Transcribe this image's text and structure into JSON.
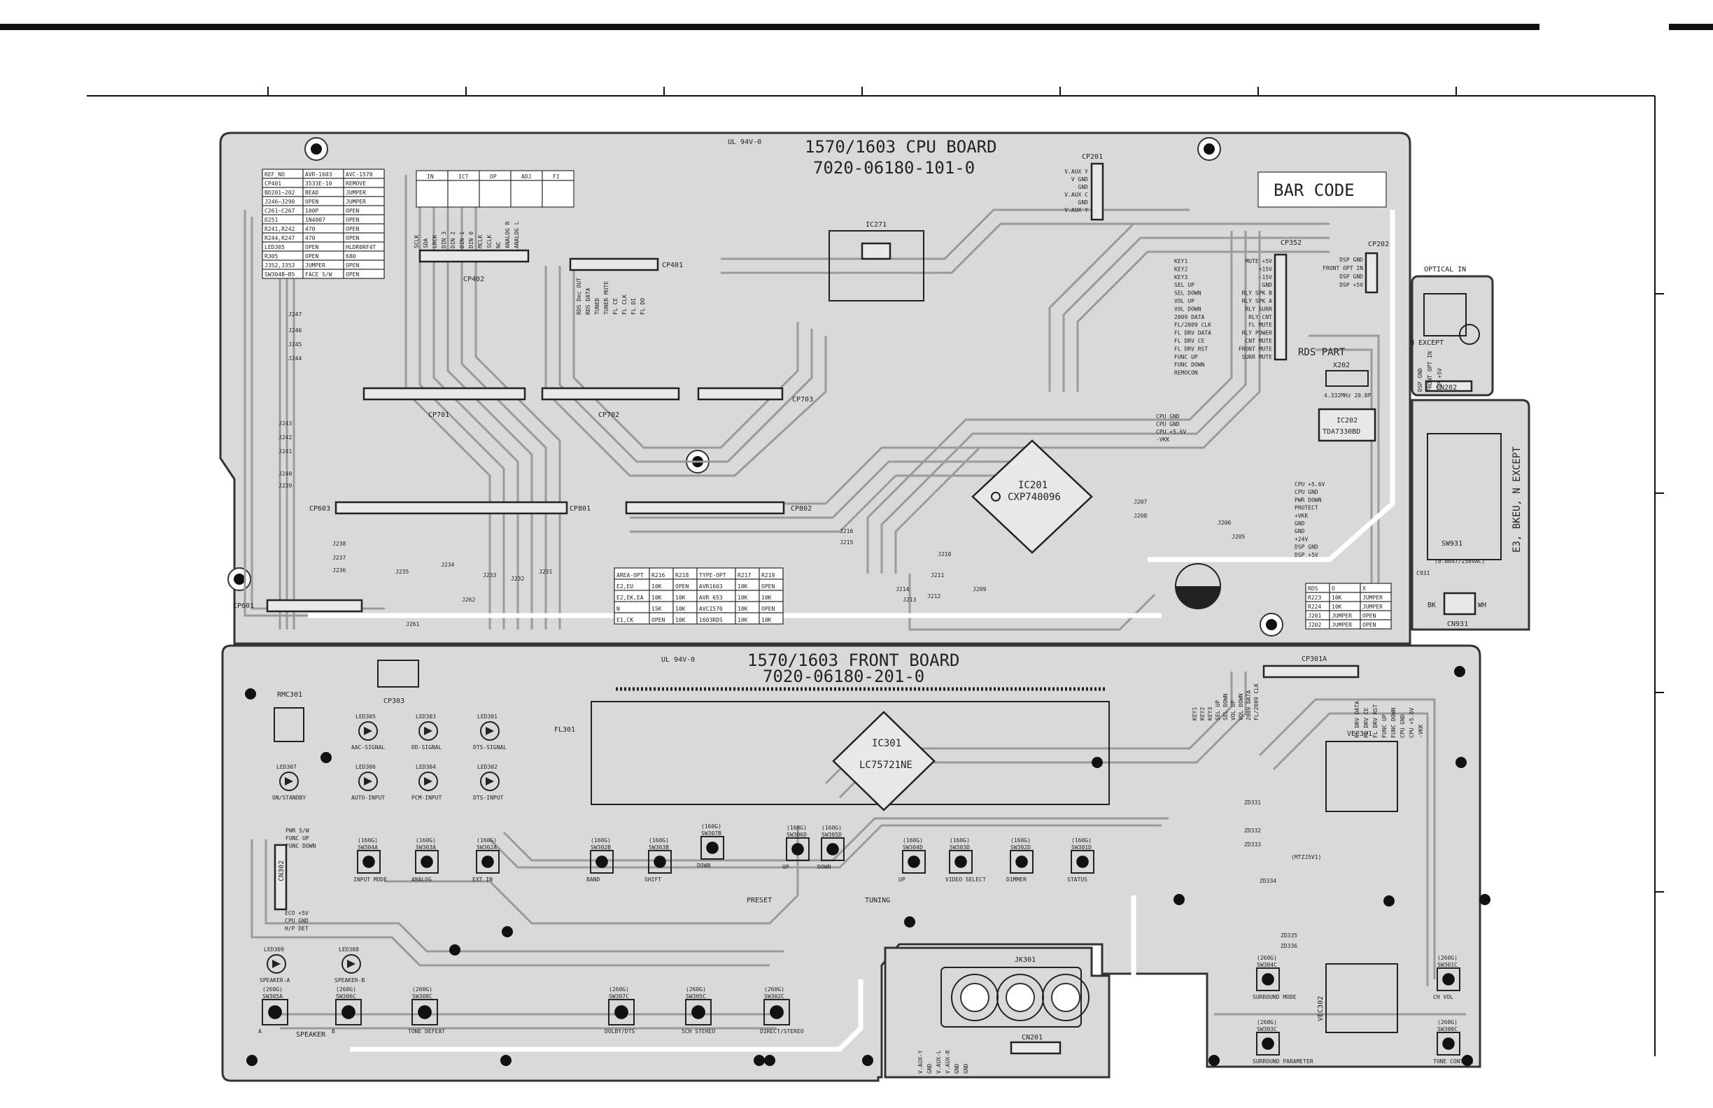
{
  "cpu_board": {
    "title": "1570/1603 CPU BOARD",
    "part_no": "7020-06180-101-0",
    "bar_code": "BAR CODE",
    "ul_mark": "UL 94V-0",
    "ic_main": "IC201",
    "ic_main_part": "CXP740096",
    "ic271": "IC271",
    "ic202": "IC202",
    "ic202_part": "TDA7330BD",
    "x202": "X202",
    "x202_part": "4.332MHz 20.8P",
    "rds_part": "RDS PART",
    "connectors": [
      "CP201",
      "CP202",
      "CP352",
      "CP401",
      "CP402",
      "CP701",
      "CP702",
      "CP703",
      "CP601",
      "CP603",
      "CP802",
      "CP801"
    ],
    "ref_table": {
      "headers": [
        "REF_NO",
        "AVR-1603",
        "AVC-1570"
      ],
      "rows": [
        [
          "CP401",
          "3533E-10",
          "REMOVE"
        ],
        [
          "BD201~202",
          "BEAD",
          "JUMPER"
        ],
        [
          "J246~J290",
          "OPEN",
          "JUMPER"
        ],
        [
          "C261~C267",
          "100P",
          "OPEN"
        ],
        [
          "D251",
          "1N4007",
          "OPEN"
        ],
        [
          "R241,R242",
          "470",
          "OPEN"
        ],
        [
          "R244,R247",
          "470",
          "OPEN"
        ],
        [
          "LED305",
          "OPEN",
          "HLDR0RF4T"
        ],
        [
          "R305",
          "OPEN",
          "680"
        ],
        [
          "J352,J353",
          "JUMPER",
          "OPEN"
        ],
        [
          "SW304B~B5",
          "FACE S/W",
          "OPEN"
        ]
      ]
    },
    "check_table": {
      "headers": [
        "IN",
        "ICT",
        "OP",
        "ADJ",
        "FI"
      ]
    },
    "opt_table": {
      "headers": [
        "AREA-OPT",
        "R216",
        "R218",
        "TYPE-OPT",
        "R217",
        "R219"
      ],
      "rows": [
        [
          "E2,EU",
          "10K",
          "OPEN",
          "AVR1603",
          "10K",
          "OPEN"
        ],
        [
          "E2,EK,EA",
          "10K",
          "10K",
          "AVR 653",
          "10K",
          "10K"
        ],
        [
          "N",
          "15K",
          "10K",
          "AVC1570",
          "10K",
          "OPEN"
        ],
        [
          "E1,CK",
          "OPEN",
          "10K",
          "1603RDS",
          "10K",
          "10K"
        ]
      ]
    },
    "rds_table": {
      "headers": [
        "RDS",
        "O",
        "X"
      ],
      "rows": [
        [
          "R223",
          "10K",
          "JUMPER"
        ],
        [
          "R224",
          "10K",
          "JUMPER"
        ],
        [
          "J201",
          "JUMPER",
          "OPEN"
        ],
        [
          "J202",
          "JUMPER",
          "OPEN"
        ]
      ]
    },
    "cp402_pins": [
      "SCLK",
      "SDA",
      "LRCK",
      "DIN 3",
      "DIN 2",
      "DIN 1",
      "DIN 0",
      "MCLK",
      "SCLK",
      "NC",
      "ANALOG R",
      "ANALOG L"
    ],
    "cp401_pins": [
      "RDS Dec OUT",
      "RDS DATA",
      "TUNED",
      "TUNER MUTE",
      "FL CE",
      "FL CLK",
      "FL DI",
      "FL DO"
    ],
    "cp352_pins": [
      "MUTE +5V",
      "+15V",
      "-15V",
      "GND",
      "RLY SPK B",
      "RLY SPK A",
      "RLY SURR",
      "RLY CNT",
      "FL MUTE",
      "RLY POWER",
      "CNT MUTE",
      "FRONT MUTE",
      "SURR MUTE"
    ],
    "cp202_pins": [
      "DSP GND",
      "FRONT OPT IN",
      "DSP GND",
      "DSP +5V"
    ],
    "key_pins": [
      "KEY1",
      "KEY2",
      "KEY3",
      "SEL UP",
      "SEL DOWN",
      "VOL UP",
      "VOL DOWN",
      "2009 DATA",
      "FL/2009 CLK",
      "FL DRV DATA",
      "FL DRV CE",
      "FL DRV RST",
      "FUNC UP",
      "FUNC DOWN",
      "REMOCON"
    ],
    "cpu_pins": [
      "CPU GND",
      "CPU GND",
      "CPU +5.6V",
      "-VKK"
    ],
    "cp801_pins": [
      "CPU +5.6V",
      "CPU GND",
      "PWR DOWN",
      "PROTECT",
      "+VKK",
      "GND",
      "GND",
      "+24V",
      "DSP GND",
      "DSP +5V"
    ],
    "cp201_pins": [
      "V.AUX Y",
      "V GND",
      "GND",
      "V.AUX C",
      "GND",
      "V.AUX Y"
    ],
    "jumpers": [
      "J247",
      "J246",
      "J245",
      "J244",
      "J243",
      "J242",
      "J241",
      "J240",
      "J239",
      "J238",
      "J237",
      "J236",
      "J235",
      "J234",
      "J233",
      "J232",
      "J231",
      "J261",
      "J262",
      "J216",
      "J215",
      "J214",
      "J213",
      "J212",
      "J211",
      "J210",
      "J209",
      "J208",
      "J207",
      "J206",
      "J205"
    ]
  },
  "front_board": {
    "title": "1570/1603 FRONT BOARD",
    "part_no": "7020-06180-201-0",
    "ul_mark": "UL 94V-0",
    "ic_main": "IC301",
    "ic_main_part": "LC75721NE",
    "fl_label": "FL301",
    "rmc_label": "RMC301",
    "cp303": "CP303",
    "cp301a": "CP301A",
    "vec301": "VEC301",
    "vec302": "VEC302",
    "jk301": "JK301",
    "cn201": "CN201",
    "cn302": "CN302",
    "leds": [
      {
        "ref": "LED305",
        "name": "AAC-SIGNAL"
      },
      {
        "ref": "LED303",
        "name": "DD-SIGNAL"
      },
      {
        "ref": "LED301",
        "name": "DTS-SIGNAL"
      },
      {
        "ref": "LED306",
        "name": "AUTO-INPUT"
      },
      {
        "ref": "LED304",
        "name": "PCM-INPUT"
      },
      {
        "ref": "LED302",
        "name": "DTS-INPUT"
      },
      {
        "ref": "LED307",
        "name": "ON/STANDBY"
      },
      {
        "ref": "LED309",
        "name": "SPEAKER-A"
      },
      {
        "ref": "LED308",
        "name": "SPEAKER-B"
      }
    ],
    "switches_row1": [
      {
        "ref": "SW304A",
        "size": "(160G)",
        "name": "INPUT MODE"
      },
      {
        "ref": "SW303A",
        "size": "(160G)",
        "name": "ANALOG"
      },
      {
        "ref": "SW302A",
        "size": "(160G)",
        "name": "EXT IN"
      },
      {
        "ref": "SW302B",
        "size": "(160G)",
        "name": "BAND"
      },
      {
        "ref": "SW303B",
        "size": "(160G)",
        "name": "SHIFT"
      },
      {
        "ref": "SW307B",
        "size": "(160G)",
        "name": "DOWN"
      },
      {
        "ref": "SW306D",
        "size": "(160G)",
        "name": "UP"
      },
      {
        "ref": "SW305D",
        "size": "(160G)",
        "name": "DOWN"
      },
      {
        "ref": "SW304D",
        "size": "(160G)",
        "name": "UP"
      },
      {
        "ref": "SW303D",
        "size": "(160G)",
        "name": "VIDEO SELECT"
      },
      {
        "ref": "SW302D",
        "size": "(160G)",
        "name": "DIMMER"
      },
      {
        "ref": "SW301D",
        "size": "(160G)",
        "name": "STATUS"
      }
    ],
    "switches_row2": [
      {
        "ref": "SW305A",
        "size": "(260G)",
        "name": "A"
      },
      {
        "ref": "SW306C",
        "size": "(260G)",
        "name": "B"
      },
      {
        "ref": "SW308C",
        "size": "(260G)",
        "name": "TONE DEFEAT"
      },
      {
        "ref": "SW307C",
        "size": "(260G)",
        "name": "DOLBY/DTS"
      },
      {
        "ref": "SW305C",
        "size": "(260G)",
        "name": "5CH STEREO"
      },
      {
        "ref": "SW302C",
        "size": "(260G)",
        "name": "DIRECT/STEREO"
      }
    ],
    "switches_right": [
      {
        "ref": "SW304C",
        "size": "(260G)",
        "name": "SURROUND MODE"
      },
      {
        "ref": "SW303C",
        "size": "(260G)",
        "name": "SURROUND PARAMETER"
      },
      {
        "ref": "SW301C",
        "size": "(260G)",
        "name": "CH VOL"
      },
      {
        "ref": "SW300C",
        "size": "(260G)",
        "name": "TONE CONTROL"
      }
    ],
    "preset_label": "PRESET",
    "tuning_label": "TUNING",
    "speaker_label": "SPEAKER",
    "func_labels": [
      "PWR S/W",
      "FUNC UP",
      "FUNC DOWN"
    ],
    "cn302_labels": [
      "ECO +5V",
      "CPU GND",
      "H/P DET"
    ],
    "cp301a_pins": [
      "FL DRV DATA",
      "FL DRV CE",
      "FL DRV RST",
      "FUNC UP",
      "FUNC DOWN",
      "CPU GND",
      "CPU +5.6V",
      "-VKK"
    ],
    "key_pins": [
      "KEY1",
      "KEY2",
      "KEY3",
      "SEL UP",
      "SEL DOWN",
      "VOL UP",
      "VOL DOWN",
      "2009 DATA",
      "FL/2009 CLK"
    ],
    "cn201_pins": [
      "V.AUX-Y",
      "GND",
      "V.AUX-L",
      "V.AUX-R",
      "GND",
      "GND"
    ],
    "zeners": [
      "ZD331",
      "ZD332",
      "ZD333",
      "ZD334",
      "ZD335",
      "ZD336"
    ],
    "zener_type": "(MTZJ5V1)"
  },
  "optical": {
    "label": "OPTICAL IN",
    "cn202": "CN202",
    "except": "N EXCEPT",
    "pins": [
      "DSP GND",
      "FRONT OPT IN",
      "DSP +5V"
    ]
  },
  "power_sw": {
    "label": "E3, BKEU, N EXCEPT",
    "sw": "SW931",
    "cn": "CN931",
    "cap": "(0.0047/250VAC)",
    "c931": "C931",
    "bk": "BK",
    "wh": "WH"
  },
  "colors": {
    "board": "#d9d9d9",
    "trace": "#9a9a9a",
    "ink": "#222222"
  }
}
